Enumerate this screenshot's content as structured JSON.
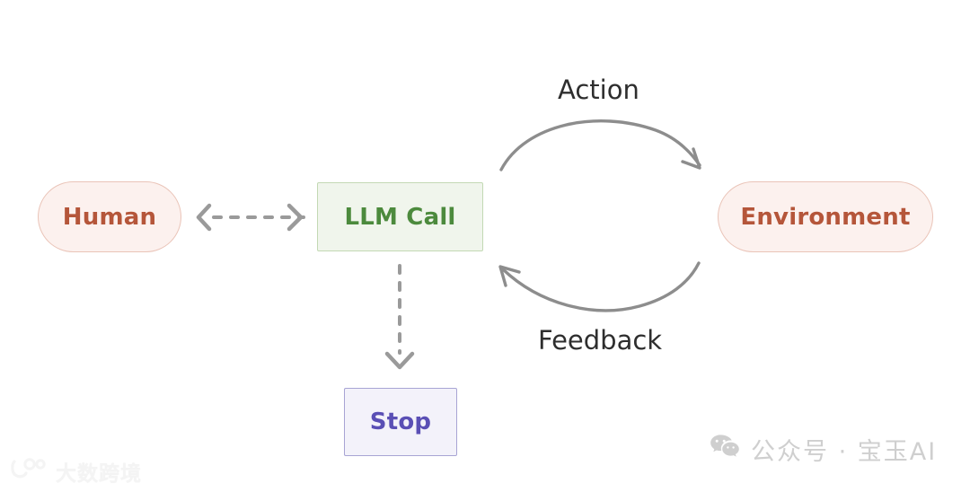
{
  "diagram": {
    "title": "LLM agent loop diagram",
    "background_color": "#ffffff",
    "nodes": [
      {
        "id": "human",
        "label": "Human",
        "shape": "pill",
        "fill": "#fcf1ee",
        "stroke": "#eac4b8",
        "text_color": "#b5563a"
      },
      {
        "id": "llm_call",
        "label": "LLM Call",
        "shape": "rectangle",
        "fill": "#f0f5ec",
        "stroke": "#c3d9b4",
        "text_color": "#4c8a3d"
      },
      {
        "id": "environment",
        "label": "Environment",
        "shape": "pill",
        "fill": "#fcf1ee",
        "stroke": "#eac4b8",
        "text_color": "#b5563a"
      },
      {
        "id": "stop",
        "label": "Stop",
        "shape": "rectangle",
        "fill": "#f3f2fa",
        "stroke": "#a8a4d4",
        "text_color": "#5a4fb5"
      }
    ],
    "edges": [
      {
        "id": "human_llm",
        "label": "",
        "from": "human",
        "to": "llm_call",
        "style": "dashed",
        "direction": "bidirectional",
        "color": "#9a9a9a"
      },
      {
        "id": "action",
        "label": "Action",
        "from": "llm_call",
        "to": "environment",
        "style": "solid-arc",
        "direction": "forward",
        "color": "#8d8d8d",
        "label_color": "#2e2e2e"
      },
      {
        "id": "feedback",
        "label": "Feedback",
        "from": "environment",
        "to": "llm_call",
        "style": "solid-arc",
        "direction": "forward",
        "color": "#8d8d8d",
        "label_color": "#2e2e2e"
      },
      {
        "id": "llm_stop",
        "label": "",
        "from": "llm_call",
        "to": "stop",
        "style": "dashed",
        "direction": "forward",
        "color": "#9a9a9a"
      }
    ]
  },
  "watermarks": {
    "wechat": {
      "icon": "wechat-icon",
      "text": "公众号 · 宝玉AI",
      "color": "#cfcfcf"
    },
    "dashu": {
      "icon": "dashu-logo-icon",
      "text": "大数跨境",
      "color": "#f4f4f4"
    }
  }
}
